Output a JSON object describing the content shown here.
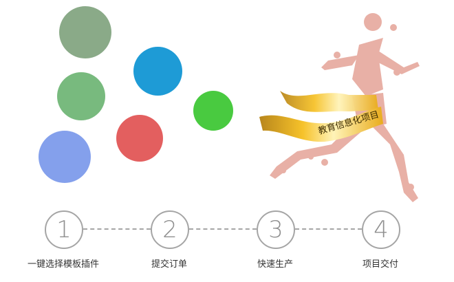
{
  "bubbles": [
    {
      "name": "sage-green",
      "color": "#8aaa88"
    },
    {
      "name": "medium-green",
      "color": "#78ba7e"
    },
    {
      "name": "periwinkle-blue",
      "color": "#84a0ec"
    },
    {
      "name": "sky-blue",
      "color": "#1e9bd6"
    },
    {
      "name": "coral-red",
      "color": "#e35f5f"
    },
    {
      "name": "bright-green",
      "color": "#49ca40"
    }
  ],
  "illustration": {
    "banner_text": "教育信息化项目",
    "figure": "runner-made-of-sports-icons",
    "figure_color": "#e8b0a6",
    "banner_color": "#f0b82a"
  },
  "steps": [
    {
      "number": "1",
      "label": "一键选择模板插件"
    },
    {
      "number": "2",
      "label": "提交订单"
    },
    {
      "number": "3",
      "label": "快速生产"
    },
    {
      "number": "4",
      "label": "项目交付"
    }
  ],
  "colors": {
    "step_border": "#a5a5a5",
    "step_number": "#8f8f8f",
    "label_text": "#333333"
  }
}
